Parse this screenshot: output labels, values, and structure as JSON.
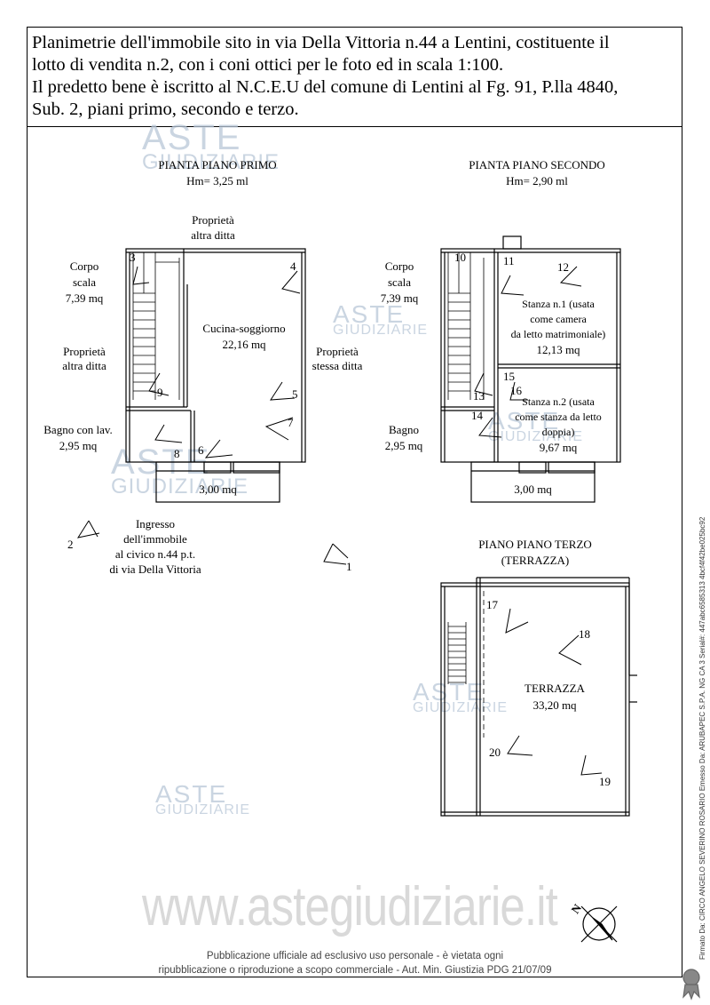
{
  "header": {
    "line1": "Planimetrie dell'immobile sito in via Della Vittoria n.44 a Lentini, costituente il",
    "line2": "lotto di vendita n.2, con i coni ottici per le foto ed in scala 1:100.",
    "line3": "Il predetto bene è iscritto al N.C.E.U del comune di Lentini al Fg. 91, P.lla 4840,",
    "line4": "Sub. 2, piani primo, secondo e terzo."
  },
  "first_floor": {
    "title": "PIANTA PIANO PRIMO",
    "height": "Hm= 3,25 ml",
    "stair_label": "Corpo",
    "stair_label2": "scala",
    "stair_area": "7,39 mq",
    "neighbor_top": "Proprietà",
    "neighbor_top2": "altra ditta",
    "neighbor_left": "Proprietà",
    "neighbor_left2": "altra ditta",
    "neighbor_right": "Proprietà",
    "neighbor_right2": "stessa ditta",
    "kitchen_label": "Cucina-soggiorno",
    "kitchen_area": "22,16 mq",
    "bath_label": "Bagno con lav.",
    "bath_area": "2,95 mq",
    "balcony_area": "3,00 mq",
    "entrance1": "Ingresso",
    "entrance2": "dell'immobile",
    "entrance3": "al civico n.44 p.t.",
    "entrance4": "di via Della Vittoria"
  },
  "second_floor": {
    "title": "PIANTA PIANO SECONDO",
    "height": "Hm= 2,90 ml",
    "stair_label": "Corpo",
    "stair_label2": "scala",
    "stair_area": "7,39 mq",
    "room1_a": "Stanza  n.1 (usata",
    "room1_b": "come camera",
    "room1_c": "da letto matrimoniale)",
    "room1_area": "12,13 mq",
    "room2_a": "Stanza n.2 (usata",
    "room2_b": "come stanza da letto",
    "room2_c": "doppia)",
    "room2_area": "9,67 mq",
    "bath_label": "Bagno",
    "bath_area": "2,95 mq",
    "balcony_area": "3,00 mq"
  },
  "third_floor": {
    "title": "PIANO PIANO TERZO",
    "subtitle": "(TERRAZZA)",
    "terrace_label": "TERRAZZA",
    "terrace_area": "33,20 mq"
  },
  "photo_markers": [
    "1",
    "2",
    "3",
    "4",
    "5",
    "6",
    "7",
    "8",
    "9",
    "10",
    "11",
    "12",
    "13",
    "14",
    "15",
    "16",
    "17",
    "18",
    "19",
    "20"
  ],
  "watermark": {
    "aste": "ASTE",
    "giudiziarie": "GIUDIZIARIE",
    "site": "www.astegiudiziarie.it"
  },
  "footer": {
    "line1": "Pubblicazione ufficiale ad esclusivo uso personale - è vietata ogni",
    "line2": "ripubblicazione o riproduzione a scopo commerciale - Aut. Min. Giustizia PDG 21/07/09"
  },
  "signature": "Firmato Da: CIRCO ANGELO SEVERINO ROSARIO Emesso Da: ARUBAPEC S.P.A. NG CA 3 Serial#: 447abc6585313 4bcf4f42be025bc92",
  "compass_letter": "N"
}
